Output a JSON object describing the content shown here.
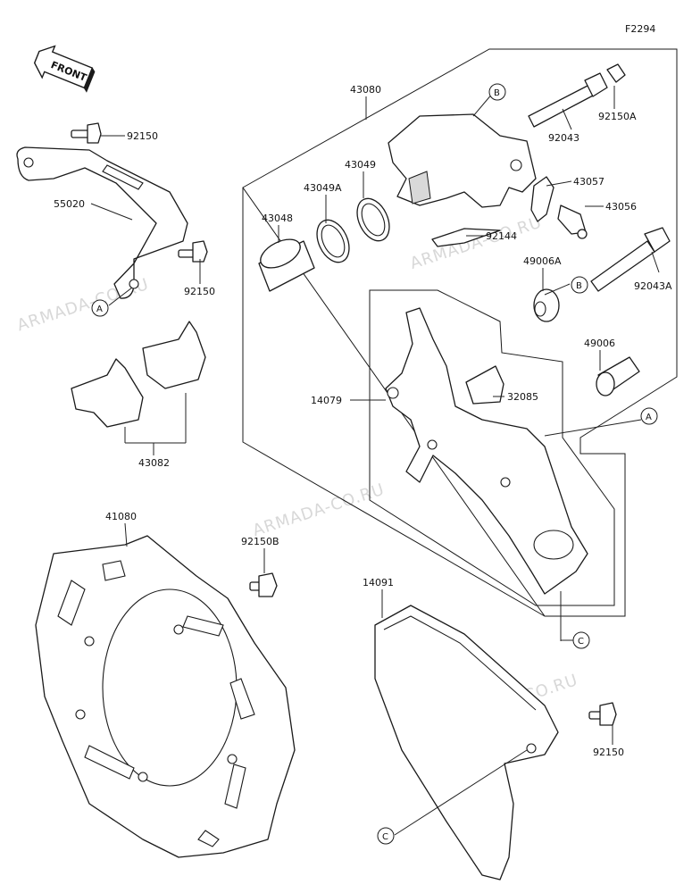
{
  "figure_code": "F2294",
  "front_label": "FRONT",
  "watermark": "ARMADA-CO.RU",
  "callouts": {
    "a": "A",
    "b": "B",
    "c": "C"
  },
  "parts": {
    "p92150_top": "92150",
    "p55020": "55020",
    "p92150_mid": "92150",
    "p43082": "43082",
    "p43080": "43080",
    "p43049": "43049",
    "p43049a": "43049A",
    "p43048": "43048",
    "p92150a": "92150A",
    "p92043": "92043",
    "p43057": "43057",
    "p43056": "43056",
    "p92144": "92144",
    "p49006a": "49006A",
    "p92043a": "92043A",
    "p49006": "49006",
    "p14079": "14079",
    "p32085": "32085",
    "p41080": "41080",
    "p92150b": "92150B",
    "p14091": "14091",
    "p92150_bot": "92150"
  }
}
